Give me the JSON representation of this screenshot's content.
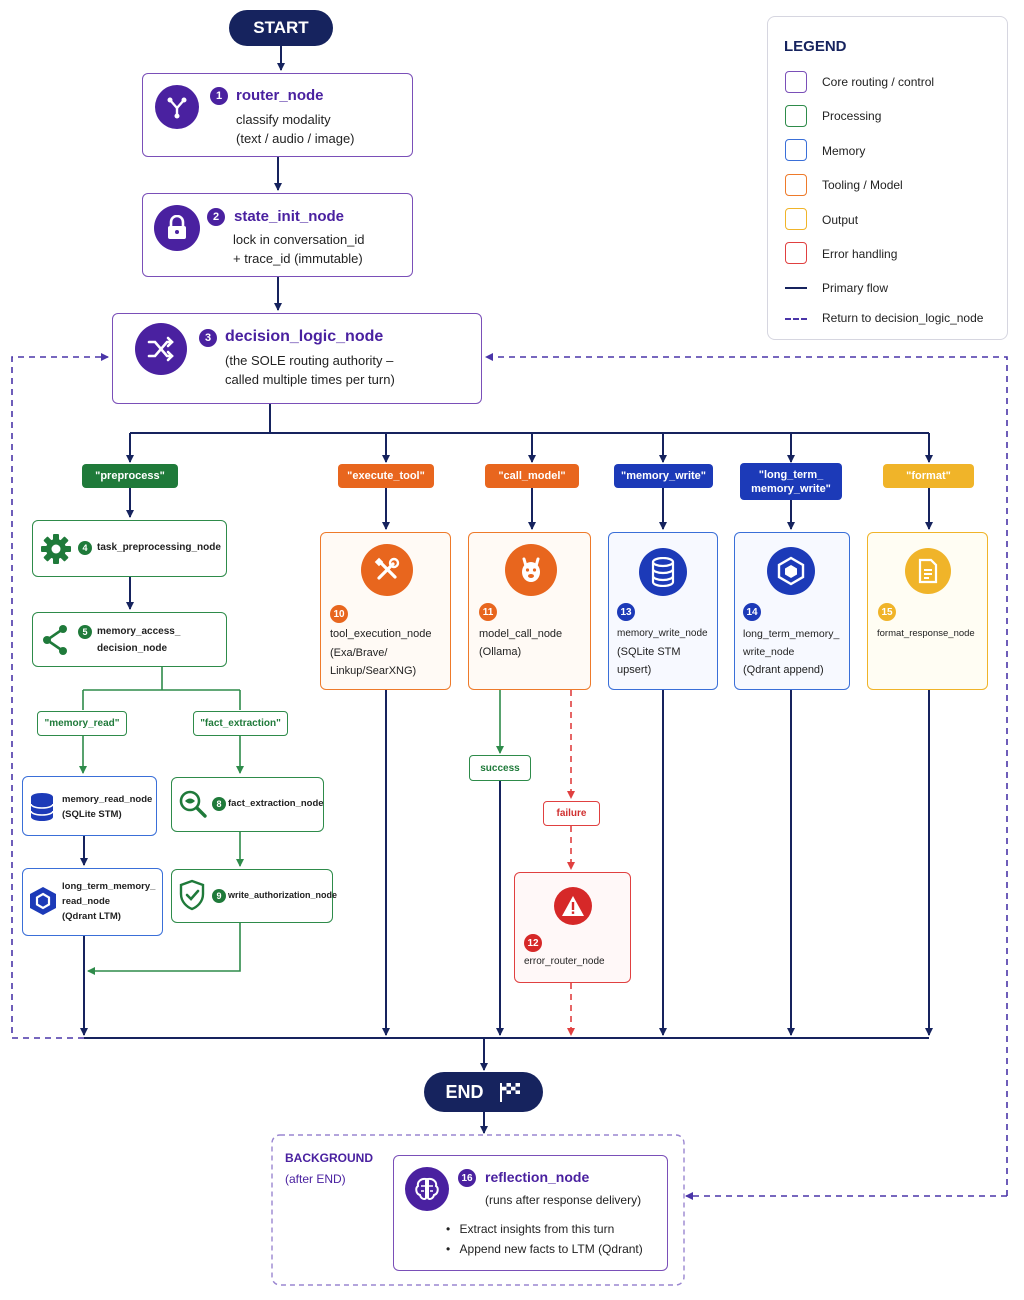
{
  "start_label": "START",
  "end_label": "END",
  "legend": {
    "title": "LEGEND",
    "items": [
      {
        "label": "Core routing / control",
        "color": "#7a4fb8"
      },
      {
        "label": "Processing",
        "color": "#2e8b4a"
      },
      {
        "label": "Memory",
        "color": "#3a6fd8"
      },
      {
        "label": "Tooling / Model",
        "color": "#ee7a2a"
      },
      {
        "label": "Output",
        "color": "#f0b429"
      },
      {
        "label": "Error handling",
        "color": "#e04040"
      },
      {
        "label": "Primary flow",
        "color": "#16235e"
      },
      {
        "label": "Return to decision_logic_node",
        "color": "#4a35a8"
      }
    ]
  },
  "nodes": {
    "router": {
      "num": "1",
      "title": "router_node",
      "line1": "classify modality",
      "line2": "(text / audio / image)",
      "icon": "fork-icon"
    },
    "state_init": {
      "num": "2",
      "title": "state_init_node",
      "line1": "lock in conversation_id",
      "line2": "+ trace_id (immutable)",
      "icon": "lock-icon"
    },
    "decision": {
      "num": "3",
      "title": "decision_logic_node",
      "line1": "(the SOLE routing authority –",
      "line2": "called multiple times per turn)",
      "icon": "shuffle-icon"
    },
    "task_pre": {
      "num": "4",
      "title": "task_preprocessing_node",
      "icon": "gear-icon"
    },
    "mem_access": {
      "num": "5",
      "title1": "memory_access_",
      "title2": "decision_node",
      "icon": "branch-icon"
    },
    "mem_read": {
      "title": "memory_read_node",
      "sub": "(SQLite STM)",
      "icon": "database-icon"
    },
    "ltm_read": {
      "title1": "long_term_memory_",
      "title2": "read_node",
      "sub": "(Qdrant LTM)",
      "icon": "hexagon-icon"
    },
    "fact_ext": {
      "num": "8",
      "title": "fact_extraction_node",
      "icon": "magnifier-icon"
    },
    "write_auth": {
      "num": "9",
      "title": "write_authorization_node",
      "icon": "shield-check-icon"
    },
    "tool_exec": {
      "num": "10",
      "title": "tool_execution_node",
      "line1": "(Exa/Brave/",
      "line2": "Linkup/SearXNG)",
      "icon": "tools-icon"
    },
    "model_call": {
      "num": "11",
      "title": "model_call_node",
      "line1": "(Ollama)",
      "icon": "llama-icon"
    },
    "error_router": {
      "num": "12",
      "title": "error_router_node",
      "icon": "warning-icon"
    },
    "mem_write": {
      "num": "13",
      "title": "memory_write_node",
      "line1": "(SQLite STM",
      "line2": "upsert)",
      "icon": "database-icon"
    },
    "ltm_write": {
      "num": "14",
      "title1": "long_term_memory_",
      "title2": "write_node",
      "line1": "(Qdrant append)",
      "icon": "hexagon-icon"
    },
    "format": {
      "num": "15",
      "title": "format_response_node",
      "icon": "document-icon"
    },
    "reflection": {
      "num": "16",
      "title": "reflection_node",
      "sub": "(runs after response delivery)",
      "bullets": [
        "Extract insights from this turn",
        "Append new facts to LTM (Qdrant)"
      ],
      "icon": "brain-icon"
    }
  },
  "route_tags": {
    "preprocess": "\"preprocess\"",
    "execute_tool": "\"execute_tool\"",
    "call_model": "\"call_model\"",
    "memory_write": "\"memory_write\"",
    "ltm_write_1": "\"long_term_",
    "ltm_write_2": "memory_write\"",
    "format": "\"format\"",
    "memory_read": "\"memory_read\"",
    "fact_extraction": "\"fact_extraction\"",
    "success": "success",
    "failure": "failure"
  },
  "background": {
    "title": "BACKGROUND",
    "sub": "(after END)"
  }
}
